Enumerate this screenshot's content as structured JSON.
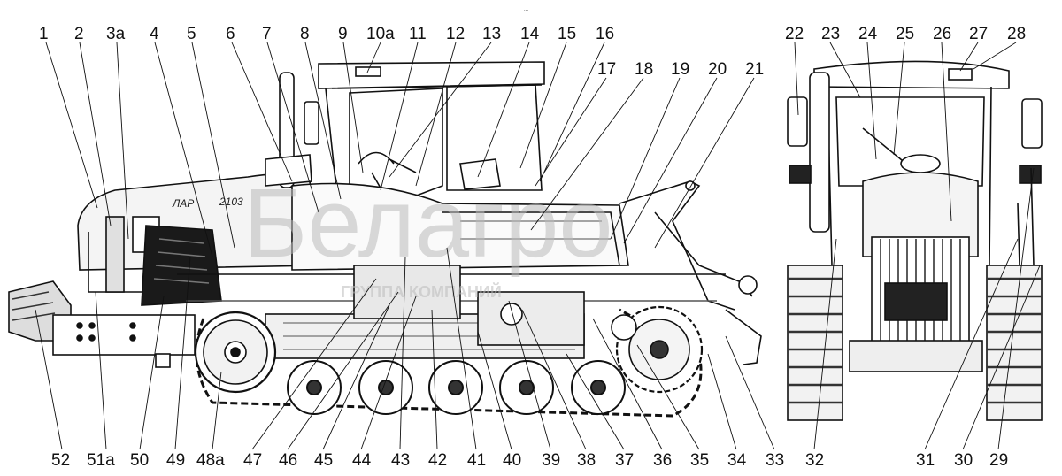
{
  "diagram": {
    "caption_top": "...",
    "model_text": "ЛАР",
    "model_number": "2103",
    "watermark_main": "Белагро",
    "watermark_sub": "ГРУППА КОМПАНИЙ",
    "top_labels": [
      "1",
      "2",
      "3а",
      "4",
      "5",
      "6",
      "7",
      "8",
      "9",
      "10а",
      "11",
      "12",
      "13",
      "14",
      "15",
      "16",
      "17",
      "18",
      "19",
      "20",
      "21",
      "22",
      "23",
      "24",
      "25",
      "26",
      "27",
      "28"
    ],
    "bottom_labels": [
      "52",
      "51а",
      "50",
      "49",
      "48а",
      "47",
      "46",
      "45",
      "44",
      "43",
      "42",
      "41",
      "40",
      "39",
      "38",
      "37",
      "36",
      "35",
      "34",
      "33",
      "32",
      "31",
      "30",
      "29"
    ]
  }
}
